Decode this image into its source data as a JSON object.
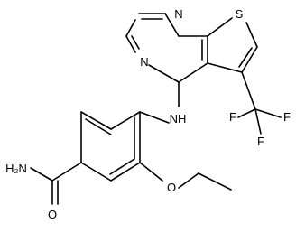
{
  "atom_labels": {
    "n_top": "N",
    "n_left": "N",
    "s": "S",
    "nh": "NH",
    "f_1": "F",
    "f_2": "F",
    "f_3": "F",
    "h2n": "H₂N",
    "o_carbonyl": "O",
    "o_ether": "O"
  }
}
